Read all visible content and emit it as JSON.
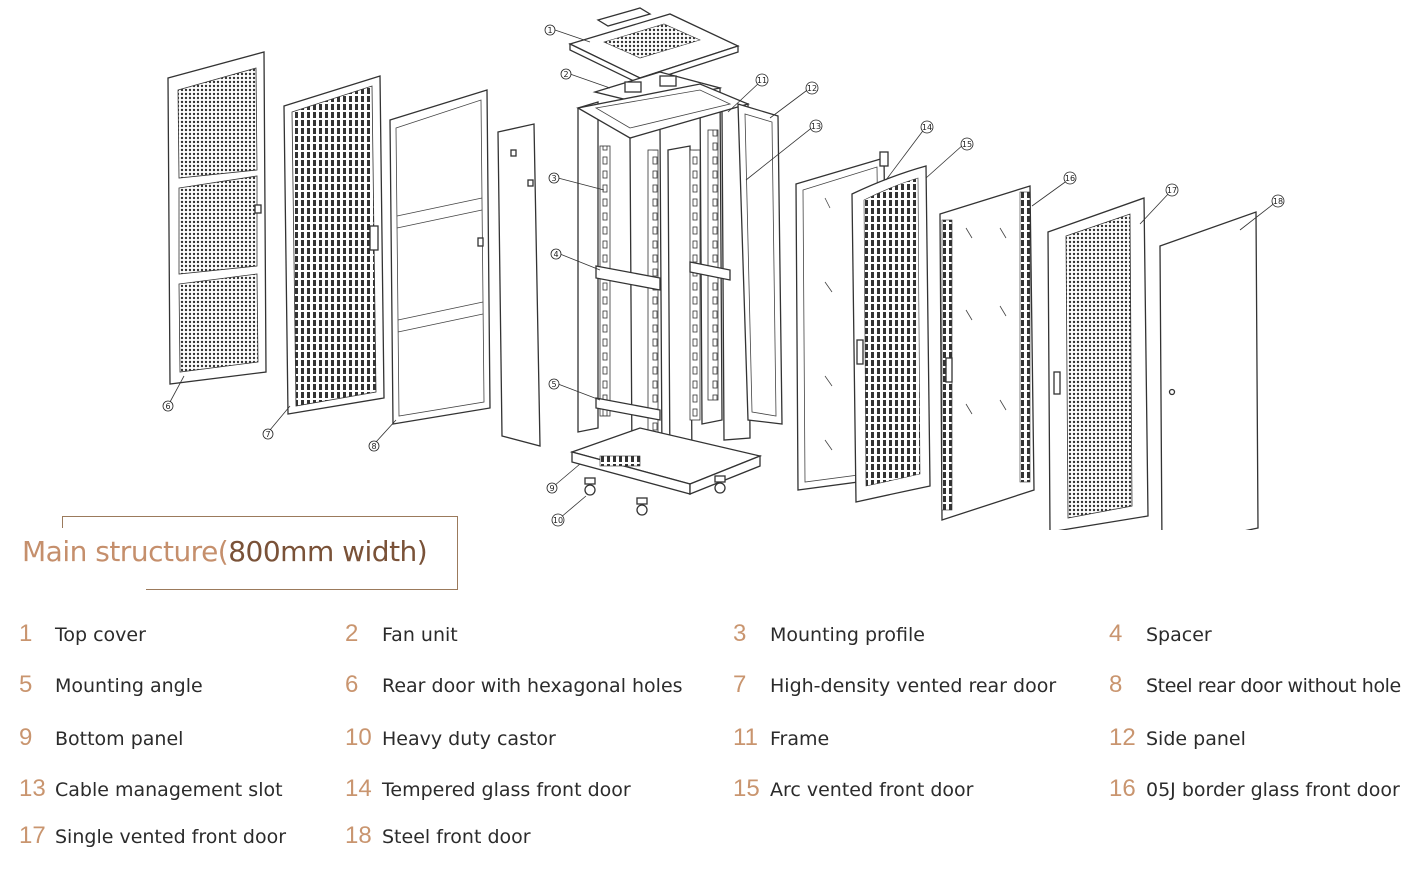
{
  "title": {
    "prefix": "Main structure(",
    "highlight": "800mm width)"
  },
  "legend": [
    {
      "num": "1",
      "label": "Top cover"
    },
    {
      "num": "2",
      "label": "Fan unit"
    },
    {
      "num": "3",
      "label": "Mounting profile"
    },
    {
      "num": "4",
      "label": "Spacer"
    },
    {
      "num": "5",
      "label": "Mounting angle"
    },
    {
      "num": "6",
      "label": "Rear door with hexagonal holes"
    },
    {
      "num": "7",
      "label": "High-density vented rear door"
    },
    {
      "num": "8",
      "label": "Steel rear door without hole"
    },
    {
      "num": "9",
      "label": "Bottom panel"
    },
    {
      "num": "10",
      "label": "Heavy duty castor"
    },
    {
      "num": "11",
      "label": "Frame"
    },
    {
      "num": "12",
      "label": "Side panel"
    },
    {
      "num": "13",
      "label": "Cable management slot"
    },
    {
      "num": "14",
      "label": "Tempered glass front door"
    },
    {
      "num": "15",
      "label": "Arc vented front door"
    },
    {
      "num": "16",
      "label": "05J border glass front door"
    },
    {
      "num": "17",
      "label": "Single vented front door"
    },
    {
      "num": "18",
      "label": "Steel front door"
    }
  ],
  "callouts": [
    "1",
    "2",
    "3",
    "4",
    "5",
    "6",
    "7",
    "8",
    "9",
    "10",
    "11",
    "12",
    "13",
    "14",
    "15",
    "16",
    "17",
    "18"
  ],
  "colors": {
    "number_accent": "#c9956f",
    "title_light": "#c58f6c",
    "title_dark": "#7a5238",
    "frame_line": "#9b7a5c"
  }
}
